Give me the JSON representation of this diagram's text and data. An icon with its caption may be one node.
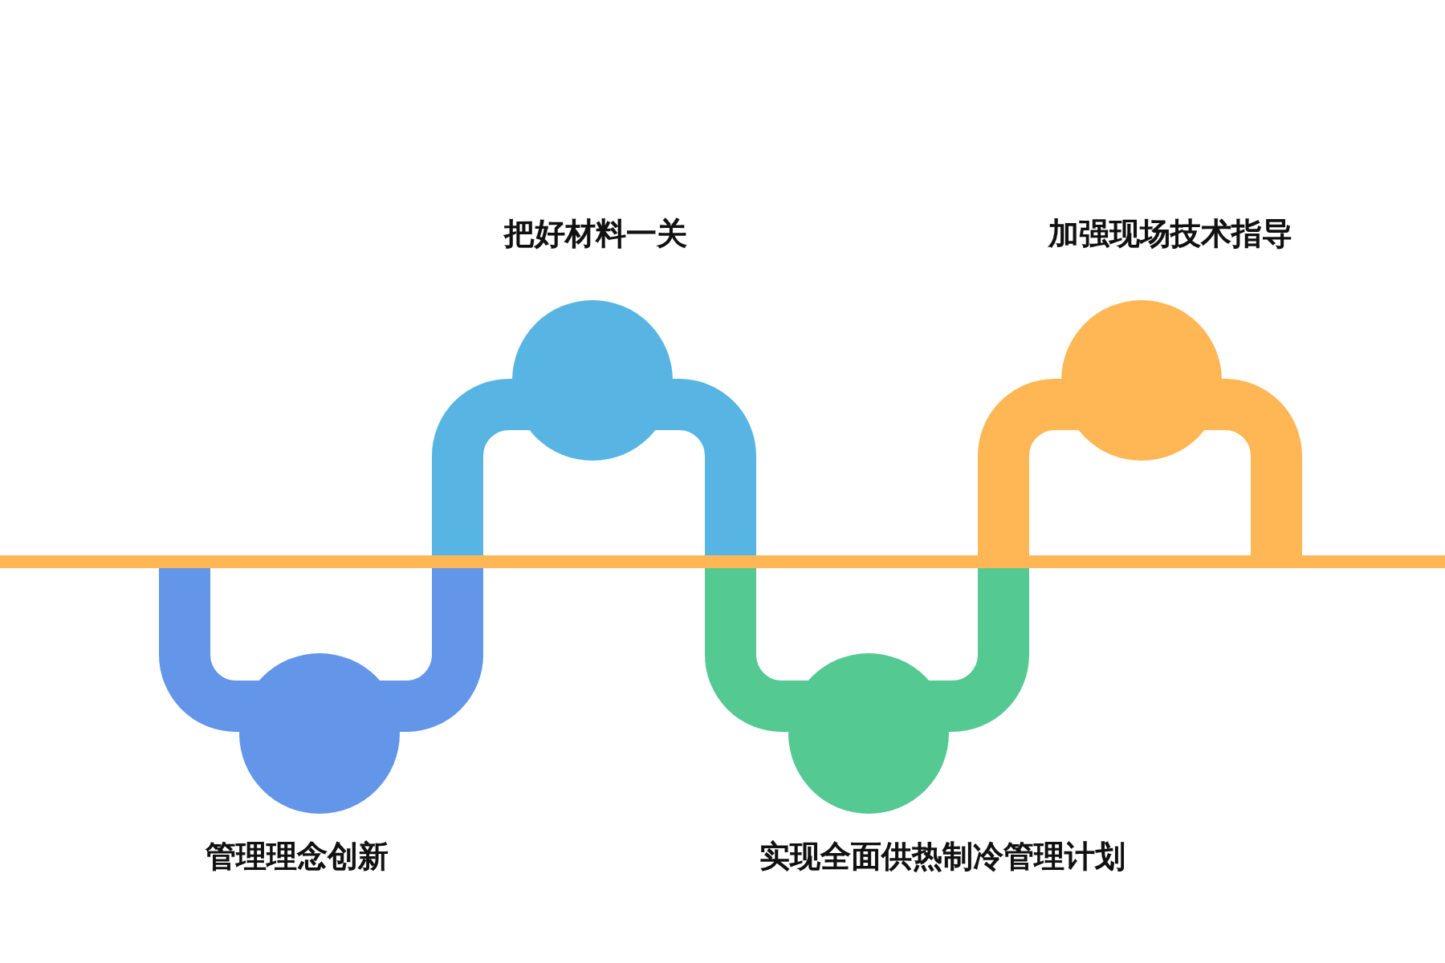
{
  "diagram": {
    "nodes": [
      {
        "text": [
          "管理理念创新"
        ]
      },
      {
        "text": [
          "把好材料一关"
        ]
      },
      {
        "text": [
          "实现全面供热制冷管理计划"
        ]
      },
      {
        "text": [
          "加强现场技术指导"
        ]
      }
    ]
  }
}
